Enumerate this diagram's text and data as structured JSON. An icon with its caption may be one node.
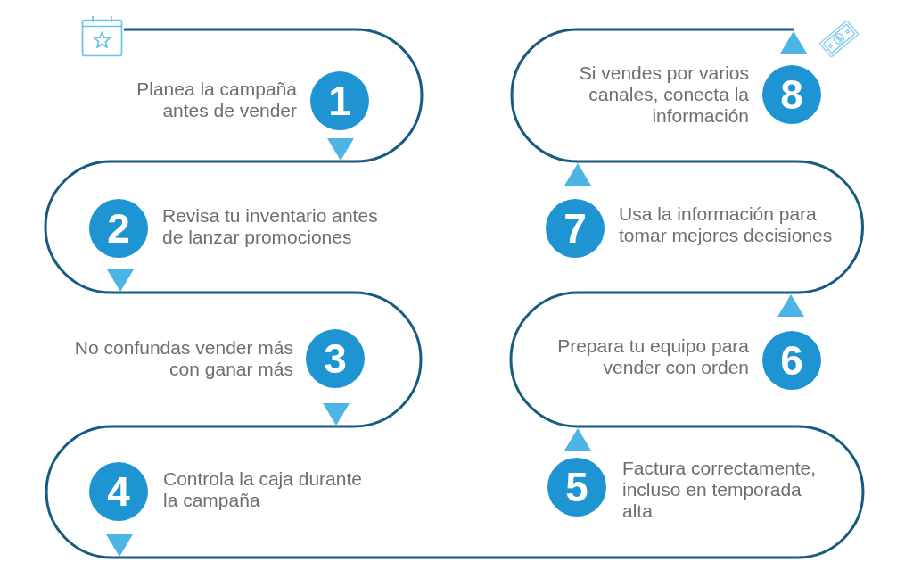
{
  "diagram": {
    "nodes": [
      {
        "text": [],
        "shape": "picture"
      },
      {
        "text": [
          "Planea la campaña antes de vender",
          "1"
        ]
      },
      {
        "text": [
          "2",
          "Revisa tu inventario antes de lanzar promociones"
        ]
      },
      {
        "text": [
          "No confundas vender más con ganar más",
          "3"
        ]
      },
      {
        "text": [
          "4",
          "Controla la caja durante la campaña"
        ]
      },
      {
        "text": [
          "5",
          "Factura correctamente, incluso en temporada alta"
        ]
      },
      {
        "text": [
          "Prepara tu equipo para vender con orden",
          "6"
        ]
      },
      {
        "text": [
          "7",
          "Usa la información para tomar mejores decisiones"
        ]
      },
      {
        "text": [
          "Si vendes por varios canales, conecta la información",
          "8"
        ]
      }
    ],
    "edges": [
      {
        "from": 0,
        "to": 1,
        "arrow": "none"
      },
      {
        "from": 1,
        "to": 2,
        "arrow": "none"
      },
      {
        "from": 2,
        "to": 3,
        "arrow": "none"
      },
      {
        "from": 3,
        "to": 4,
        "arrow": "none"
      },
      {
        "from": 4,
        "to": 5,
        "arrow": "none"
      },
      {
        "from": 5,
        "to": 6,
        "arrow": "none"
      },
      {
        "from": 6,
        "to": 7,
        "arrow": "none"
      },
      {
        "from": 7,
        "to": 8,
        "arrow": "none"
      }
    ]
  }
}
